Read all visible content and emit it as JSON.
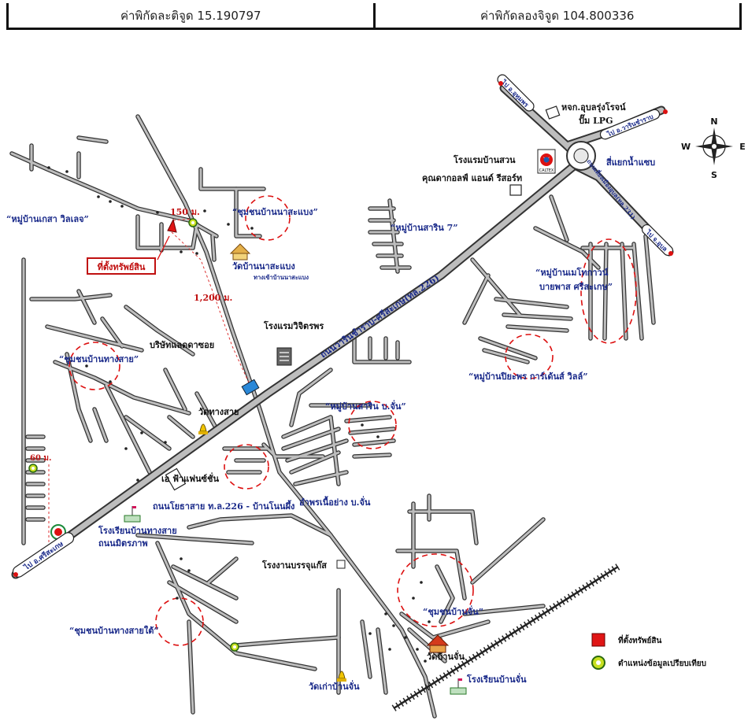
{
  "header": {
    "latitude_label": "ค่าพิกัดละติจูด 15.190797",
    "longitude_label": "ค่าพิกัดลองจิจูด 104.800336"
  },
  "compass": {
    "n": "N",
    "s": "S",
    "e": "E",
    "w": "W"
  },
  "labels": {
    "village_kesa": "“หมู่บ้านเกสา วิลเลจ”",
    "community_nasabaeng": "“ชุมชนบ้านนาสะแบง”",
    "dist_150": "150 ม.",
    "dist_1200": "1,200 ม.",
    "dist_60": "60 ม.",
    "property_location": "ที่ตั้งทรัพย์สิน",
    "wat_nasabaeng": "วัดบ้านนาสะแบง",
    "road_nasabaeng": "ทางเข้าบ้านนาสะแบง",
    "hotel_wijitporn": "โรงแรมวิจิตรพร",
    "company_ladda": "บริษัทแลดดาซอย",
    "community_thangsai": "“ชุมชนบ้านทางสาย”",
    "wat_thangsai": "วัดทางสาย",
    "village_sarin7": "“หมู่บ้านสาริน 7”",
    "village_sarin_banchan": "“หมู่บ้านสาริน บ.จั่น”",
    "village_metha": "“หมู่บ้านเมโทกาวน์",
    "village_metha2": "บายพาส ศรีสะเกษ”",
    "village_piyaporn": "“หมู่บ้านปิยะพร การ์เด้นส์ วิลล์”",
    "resort_1": "โรงแรมบ้านสวน",
    "resort_2": "คุณดากอลฟ์ แอนด์ รีสอร์ท",
    "caltex": "CALTEX",
    "hj_ubon": "หจก.อุบลรุ่งโรจน์",
    "lpg": "ปั๊ม LPG",
    "to_uthumphon": "ไป อ.อุทุมพร",
    "to_warin": "ไป อ.วารินชำราบ",
    "to_ubon": "ไป จ.อุบล",
    "junction_name": "สี่แยกน้ำแซบ",
    "bypass_road": "ถนนเลี่ยงเมืองอุบล(ทล.231)",
    "highway_226": "ถนนวารินชำราบ-ศรีสะเกษ(ทล.226)",
    "ef_store": "เอ ฟ้าแฟนซ์ชั่น",
    "road_thangsai": "ถนนโยธาสาย ท.ล.226 - บ้านโนนผึ้ง",
    "pharmacy": "อำพรเนื้อย่าง บ.จั่น",
    "school_thangsai": "โรงเรียนบ้านทางสาย",
    "road_mittraphap": "ถนนมิตรภาพ",
    "factory": "โรงงานบรรจุแก๊ส",
    "community_thangsai_south": "“ชุมชนบ้านทางสายใต้”",
    "community_banchan": "“ชุมชนบ้านจั่น”",
    "wat_banchan": "วัดบ้านจั่น",
    "wat_old_banchan": "วัดเก่าบ้านจั่น",
    "school_banchan": "โรงเรียนบ้านจั่น",
    "to_sisaket": "ไป อ.ศรีสะเกษ"
  },
  "legend": {
    "property": "ที่ตั้งทรัพย์สิน",
    "comparable": "ตำแหน่งข้อมูลเปรียบเทียบ"
  },
  "colors": {
    "road": "#bdbdbd",
    "road_edge": "#333333",
    "text_blue": "#1a2a8a",
    "marker_red": "#e01515",
    "comparable_green": "#c8e020",
    "circle_red": "#d11111"
  }
}
